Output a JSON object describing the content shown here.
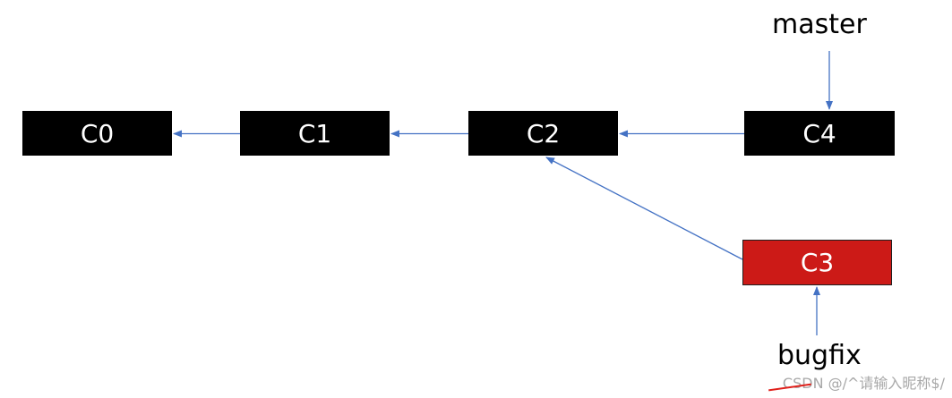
{
  "commits": [
    {
      "id": "c0",
      "label": "C0",
      "color": "#000000"
    },
    {
      "id": "c1",
      "label": "C1",
      "color": "#000000"
    },
    {
      "id": "c2",
      "label": "C2",
      "color": "#000000"
    },
    {
      "id": "c4",
      "label": "C4",
      "color": "#000000"
    },
    {
      "id": "c3",
      "label": "C3",
      "color": "#cc1a17"
    }
  ],
  "branches": [
    {
      "name": "master",
      "points_to": "C4"
    },
    {
      "name": "bugfix",
      "points_to": "C3"
    }
  ],
  "edges": [
    {
      "from": "C1",
      "to": "C0"
    },
    {
      "from": "C2",
      "to": "C1"
    },
    {
      "from": "C4",
      "to": "C2"
    },
    {
      "from": "C3",
      "to": "C2"
    },
    {
      "from": "master",
      "to": "C4"
    },
    {
      "from": "bugfix",
      "to": "C3"
    }
  ],
  "colors": {
    "arrow": "#4472c4",
    "node_default": "#000000",
    "node_highlight": "#cc1a17"
  },
  "watermark": "CSDN @/^请输入昵称$/"
}
